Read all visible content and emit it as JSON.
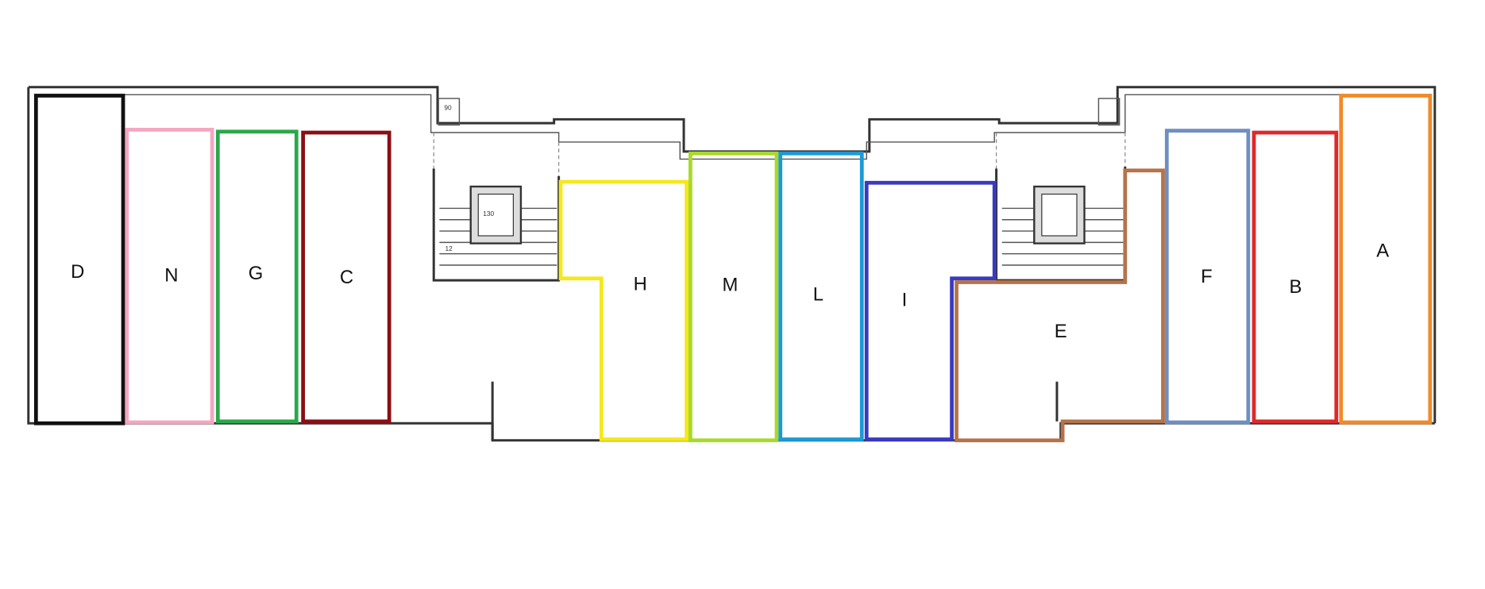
{
  "title": "Floor plan with units",
  "units": [
    {
      "id": "D",
      "label": "D",
      "color": "#111111"
    },
    {
      "id": "N",
      "label": "N",
      "color": "#f4a6c0"
    },
    {
      "id": "G",
      "label": "G",
      "color": "#2aa84a"
    },
    {
      "id": "C",
      "label": "C",
      "color": "#8b0e14"
    },
    {
      "id": "H",
      "label": "H",
      "color": "#f5e81c"
    },
    {
      "id": "M",
      "label": "M",
      "color": "#a8d92a"
    },
    {
      "id": "L",
      "label": "L",
      "color": "#1b9ad6"
    },
    {
      "id": "I",
      "label": "I",
      "color": "#3a3ac0"
    },
    {
      "id": "E",
      "label": "E",
      "color": "#b5734a"
    },
    {
      "id": "F",
      "label": "F",
      "color": "#6f8fc0"
    },
    {
      "id": "B",
      "label": "B",
      "color": "#e02828"
    },
    {
      "id": "A",
      "label": "A",
      "color": "#f08a2a",
      "fill": "#fbf53a"
    }
  ],
  "annotations": {
    "elevator_dim": "130",
    "stair_dim": "12",
    "shaft_dim": "90"
  }
}
